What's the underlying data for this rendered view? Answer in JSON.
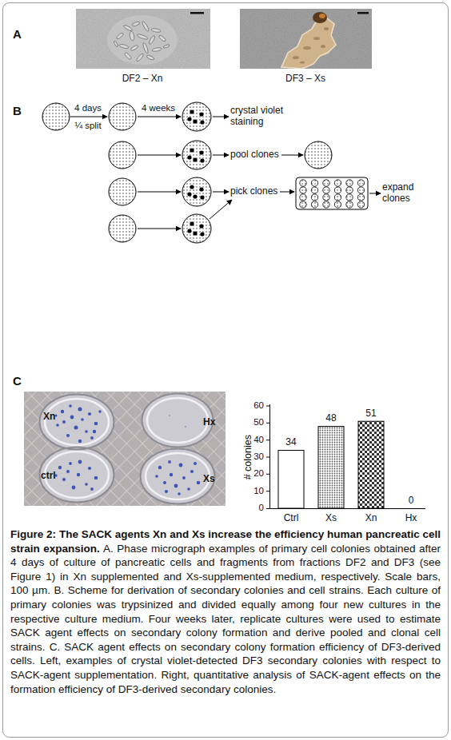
{
  "diagram": {
    "title": "Figure 2: The SACK agents Xn and Xs increase the efficiency human pancreatic cell strain expansion.",
    "caption": "A. Phase micrograph examples of primary cell colonies obtained after 4 days of culture of pancreatic cells and fragments from fractions DF2 and DF3 (see Figure 1) in Xn supplemented and Xs-supplemented medium, respectively. Scale bars, 100 µm. B. Scheme for derivation of secondary colonies and cell strains. Each culture of primary colonies was trypsinized and divided equally among four new cultures in the respective culture medium. Four weeks later, replicate cultures were used to estimate SACK agent effects on secondary colony formation and derive pooled and clonal cell strains. C. SACK agent effects on secondary colony formation efficiency of DF3-derived cells. Left, examples of crystal violet-detected DF3 secondary colonies with respect to SACK-agent supplementation. Right, quantitative analysis of SACK-agent effects on the formation efficiency of DF3-derived secondary colonies.",
    "nodes": [
      {
        "text": [
          "Xn"
        ]
      },
      {
        "text": [
          "Hx"
        ]
      },
      {
        "text": [
          "ctrl"
        ]
      },
      {
        "text": [
          "Xs"
        ]
      }
    ],
    "labels": [
      "A",
      "DF2 – Xn",
      "DF3 – Xs",
      "B",
      "4 days",
      "¼ split",
      "4 weeks",
      "crystal violet staining",
      "pool clones",
      "pick clones",
      "expand clones",
      "C",
      "60",
      "50",
      "40",
      "30",
      "20",
      "10",
      "0",
      "# colonies",
      "34",
      "48",
      "51",
      "0",
      "Ctrl",
      "Xs",
      "Xn",
      "Hx"
    ]
  }
}
